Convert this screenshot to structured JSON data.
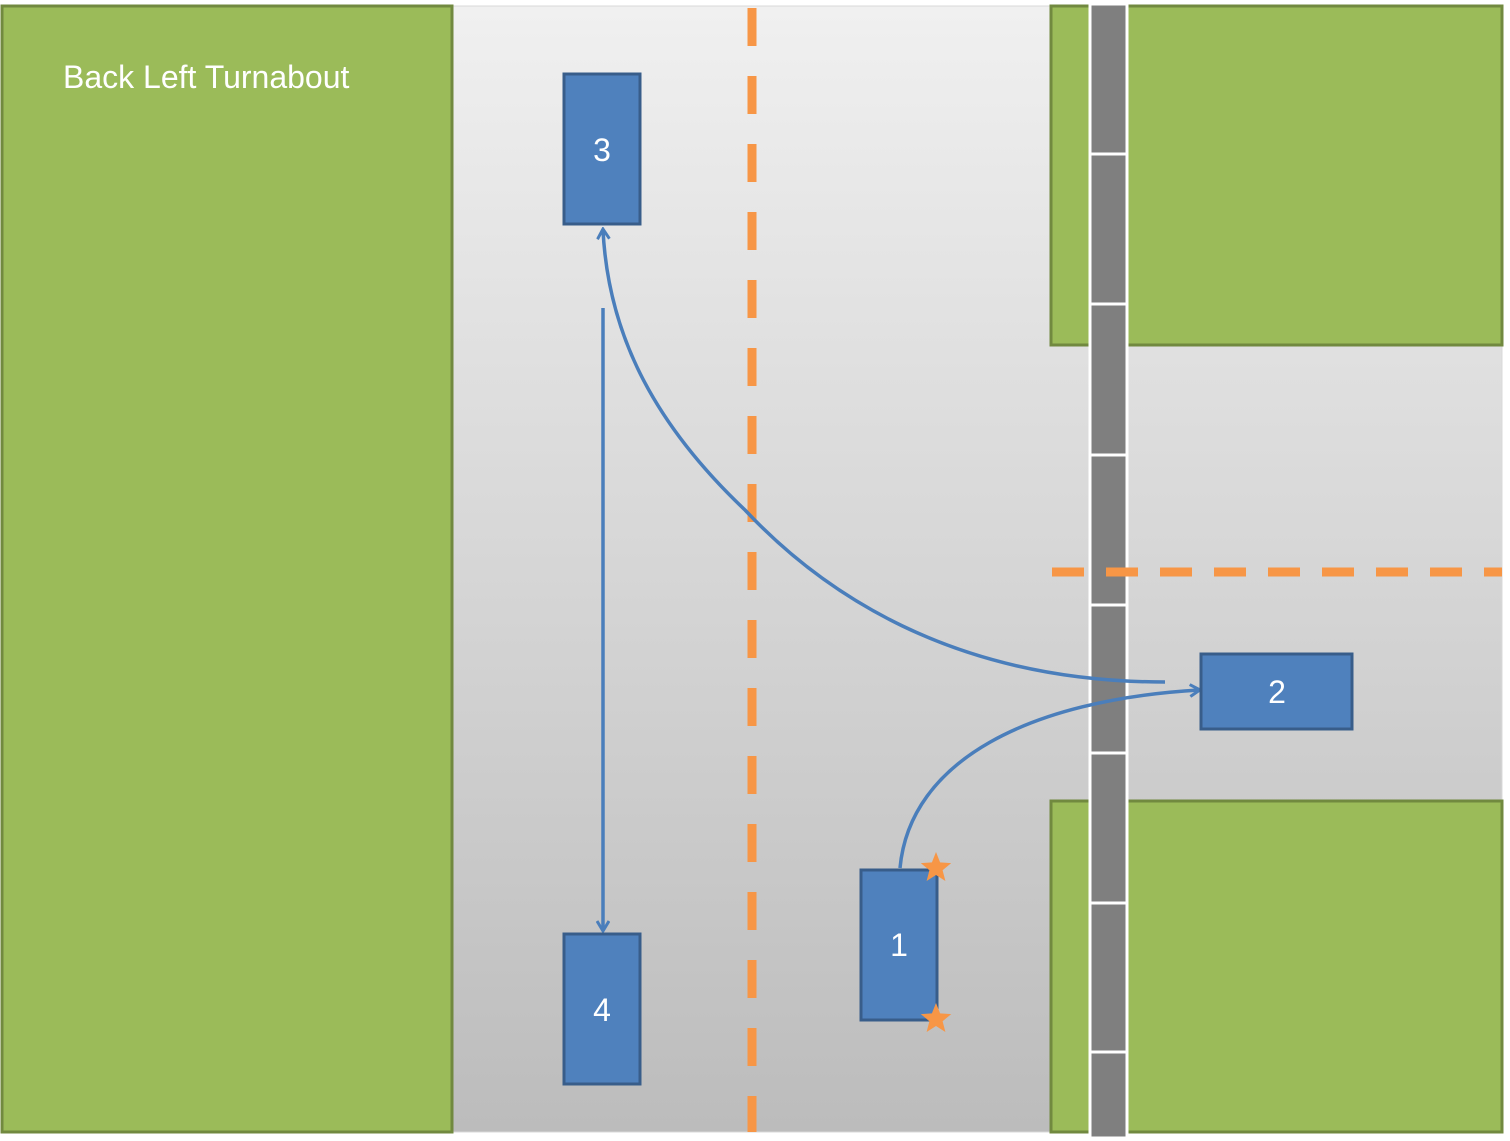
{
  "title": "Back Left Turnabout",
  "colors": {
    "grass": "#9bbb59",
    "grass_border": "#71893f",
    "road_light": "#f0f0f0",
    "road_dark": "#bcbcbc",
    "center_line": "#f79646",
    "vehicle": "#4f81bd",
    "vehicle_border": "#385d8a",
    "path": "#4a7ebb",
    "sidewalk": "#7f7f7f",
    "marker": "#f79646",
    "text": "#ffffff"
  },
  "vehicles": [
    {
      "id": "1",
      "label": "1"
    },
    {
      "id": "2",
      "label": "2"
    },
    {
      "id": "3",
      "label": "3"
    },
    {
      "id": "4",
      "label": "4"
    }
  ],
  "icons": {
    "marker": "star-icon"
  }
}
